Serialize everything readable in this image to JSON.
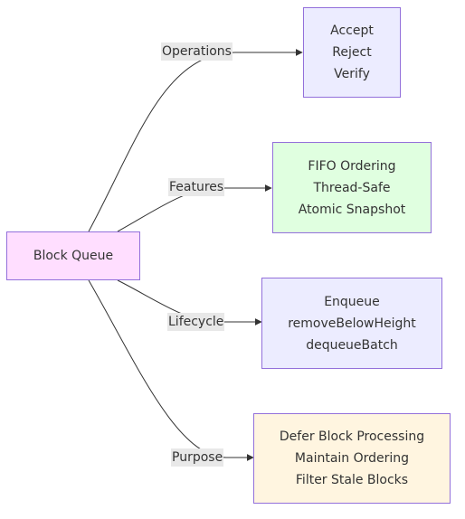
{
  "diagram": {
    "root": {
      "label": "Block Queue",
      "fill": "#ffdeff",
      "border": "#9370DB"
    },
    "branches": [
      {
        "edge_label": "Operations",
        "lines": [
          "Accept",
          "Reject",
          "Verify"
        ],
        "fill": "#ececff"
      },
      {
        "edge_label": "Features",
        "lines": [
          "FIFO Ordering",
          "Thread-Safe",
          "Atomic Snapshot"
        ],
        "fill": "#e0ffe0"
      },
      {
        "edge_label": "Lifecycle",
        "lines": [
          "Enqueue",
          "removeBelowHeight",
          "dequeueBatch"
        ],
        "fill": "#ececff"
      },
      {
        "edge_label": "Purpose",
        "lines": [
          "Defer Block Processing",
          "Maintain Ordering",
          "Filter Stale Blocks"
        ],
        "fill": "#fff5e0"
      }
    ],
    "edge_color": "#333333",
    "label_bg": "#e8e8e8"
  }
}
